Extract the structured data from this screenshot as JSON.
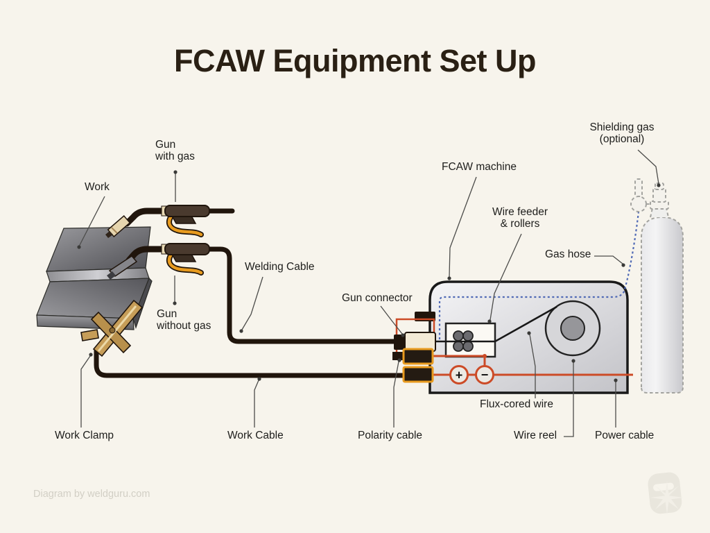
{
  "title": "FCAW Equipment Set Up",
  "labels": {
    "work": "Work",
    "gun_with_gas": "Gun\nwith gas",
    "gun_without_gas": "Gun\nwithout gas",
    "welding_cable": "Welding Cable",
    "gun_connector": "Gun connector",
    "fcaw_machine": "FCAW machine",
    "wire_feeder": "Wire feeder\n& rollers",
    "shielding_gas": "Shielding gas\n(optional)",
    "gas_hose": "Gas hose",
    "flux_cored_wire": "Flux-cored wire",
    "work_clamp": "Work Clamp",
    "work_cable": "Work Cable",
    "polarity_cable": "Polarity cable",
    "wire_reel": "Wire reel",
    "power_cable": "Power cable",
    "polarity_positive": "+",
    "polarity_negative": "−"
  },
  "footer": {
    "credit": "Diagram by weldguru.com",
    "logo_icon": "welding-helmet-spark-icon"
  },
  "colors": {
    "background": "#f7f4ec",
    "title_text": "#2a2014",
    "label_text": "#1d1d1b",
    "cable_black": "#20150c",
    "polarity_red": "#cc4b27",
    "gas_hose_blue": "#4f69b5",
    "trigger_orange": "#e89b1f",
    "clamp_brass": "#c69d58",
    "machine_outline": "#191919",
    "credit_text": "#d2cfc5"
  }
}
